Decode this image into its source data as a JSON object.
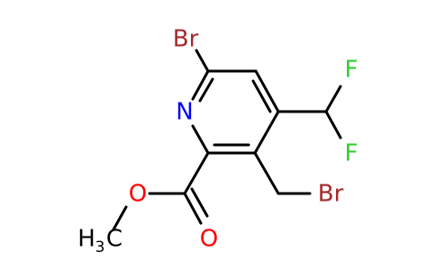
{
  "colors": {
    "bond": "#000000",
    "nitrogen": "#0000ff",
    "oxygen": "#ff0000",
    "bromine": "#a52a2a",
    "fluorine": "#33cc33",
    "carbon": "#000000"
  },
  "atoms": {
    "br_ring": "Br",
    "n_ring": "N",
    "f_top": "F",
    "f_bottom": "F",
    "o_ether": "O",
    "o_carbonyl": "O",
    "br_methyl": "Br",
    "methyl_h": "H",
    "methyl_sub": "3",
    "methyl_c": "C"
  }
}
